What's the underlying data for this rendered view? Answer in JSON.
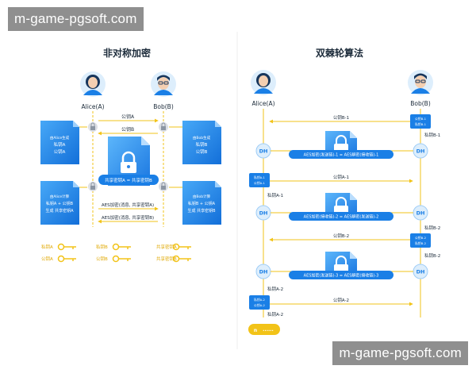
{
  "watermark": {
    "top": "m-game-pgsoft.com",
    "bottom": "m-game-pgsoft.com"
  },
  "left_panel": {
    "title": "非对称加密",
    "alice_label": "Alice(A)",
    "bob_label": "Bob(B)",
    "arrow_pub_a": "公钥A",
    "arrow_pub_b": "公钥B",
    "doc_a1": [
      "由Alice生成",
      "私钥A",
      "公钥A"
    ],
    "doc_b1": [
      "由Bob生成",
      "私钥B",
      "公钥B"
    ],
    "doc_a2": [
      "由Alice计算",
      "私钥A + 公钥B",
      "生成 共享密钥A"
    ],
    "doc_b2": [
      "由Bob计算",
      "私钥B + 公钥A",
      "生成 共享密钥B"
    ],
    "shared_badge": "共享密钥A = 共享密钥B",
    "aes_a_to_b": "AES加密(消息, 共享密钥A)",
    "aes_b_to_a": "AES加密(消息, 共享密钥B)",
    "legend": [
      {
        "text": "私钥A",
        "key": "key-icon"
      },
      {
        "text": "公钥A",
        "key": "key-icon"
      },
      {
        "text": "私钥B",
        "key": "key-icon"
      },
      {
        "text": "公钥B",
        "key": "key-icon"
      },
      {
        "text": "共享密钥A",
        "key": "key-icon"
      },
      {
        "text": "共享密钥B",
        "key": "key-icon"
      }
    ]
  },
  "right_panel": {
    "title": "双棘轮算法",
    "alice_label": "Alice(A)",
    "bob_label": "Bob(B)",
    "dh_label": "DH",
    "pub_b1": "公钥B-1",
    "priv_b1": "私钥B-1",
    "priv_a1": "私钥A-1",
    "pub_a1": "公钥A-1",
    "pub_b2": "公钥B-2",
    "priv_b2": "私钥B-2",
    "priv_a2": "私钥A-2",
    "pub_a2": "公钥A-2",
    "aes_1": "AES加密(发送链)-1 = AES解密(接收链)-1",
    "aes_2": "AES加密(接收链)-2 = AES解密(发送链)-2",
    "aes_3": "AES加密(发送链)-3 = AES解密(接收链)-3",
    "ellipsis": "......",
    "ellipsis_marker": "n"
  },
  "colors": {
    "blue": "#1a7fe6",
    "blue_light": "#3fa0f5",
    "yellow": "#f2c318",
    "text": "#1c2b3a"
  }
}
